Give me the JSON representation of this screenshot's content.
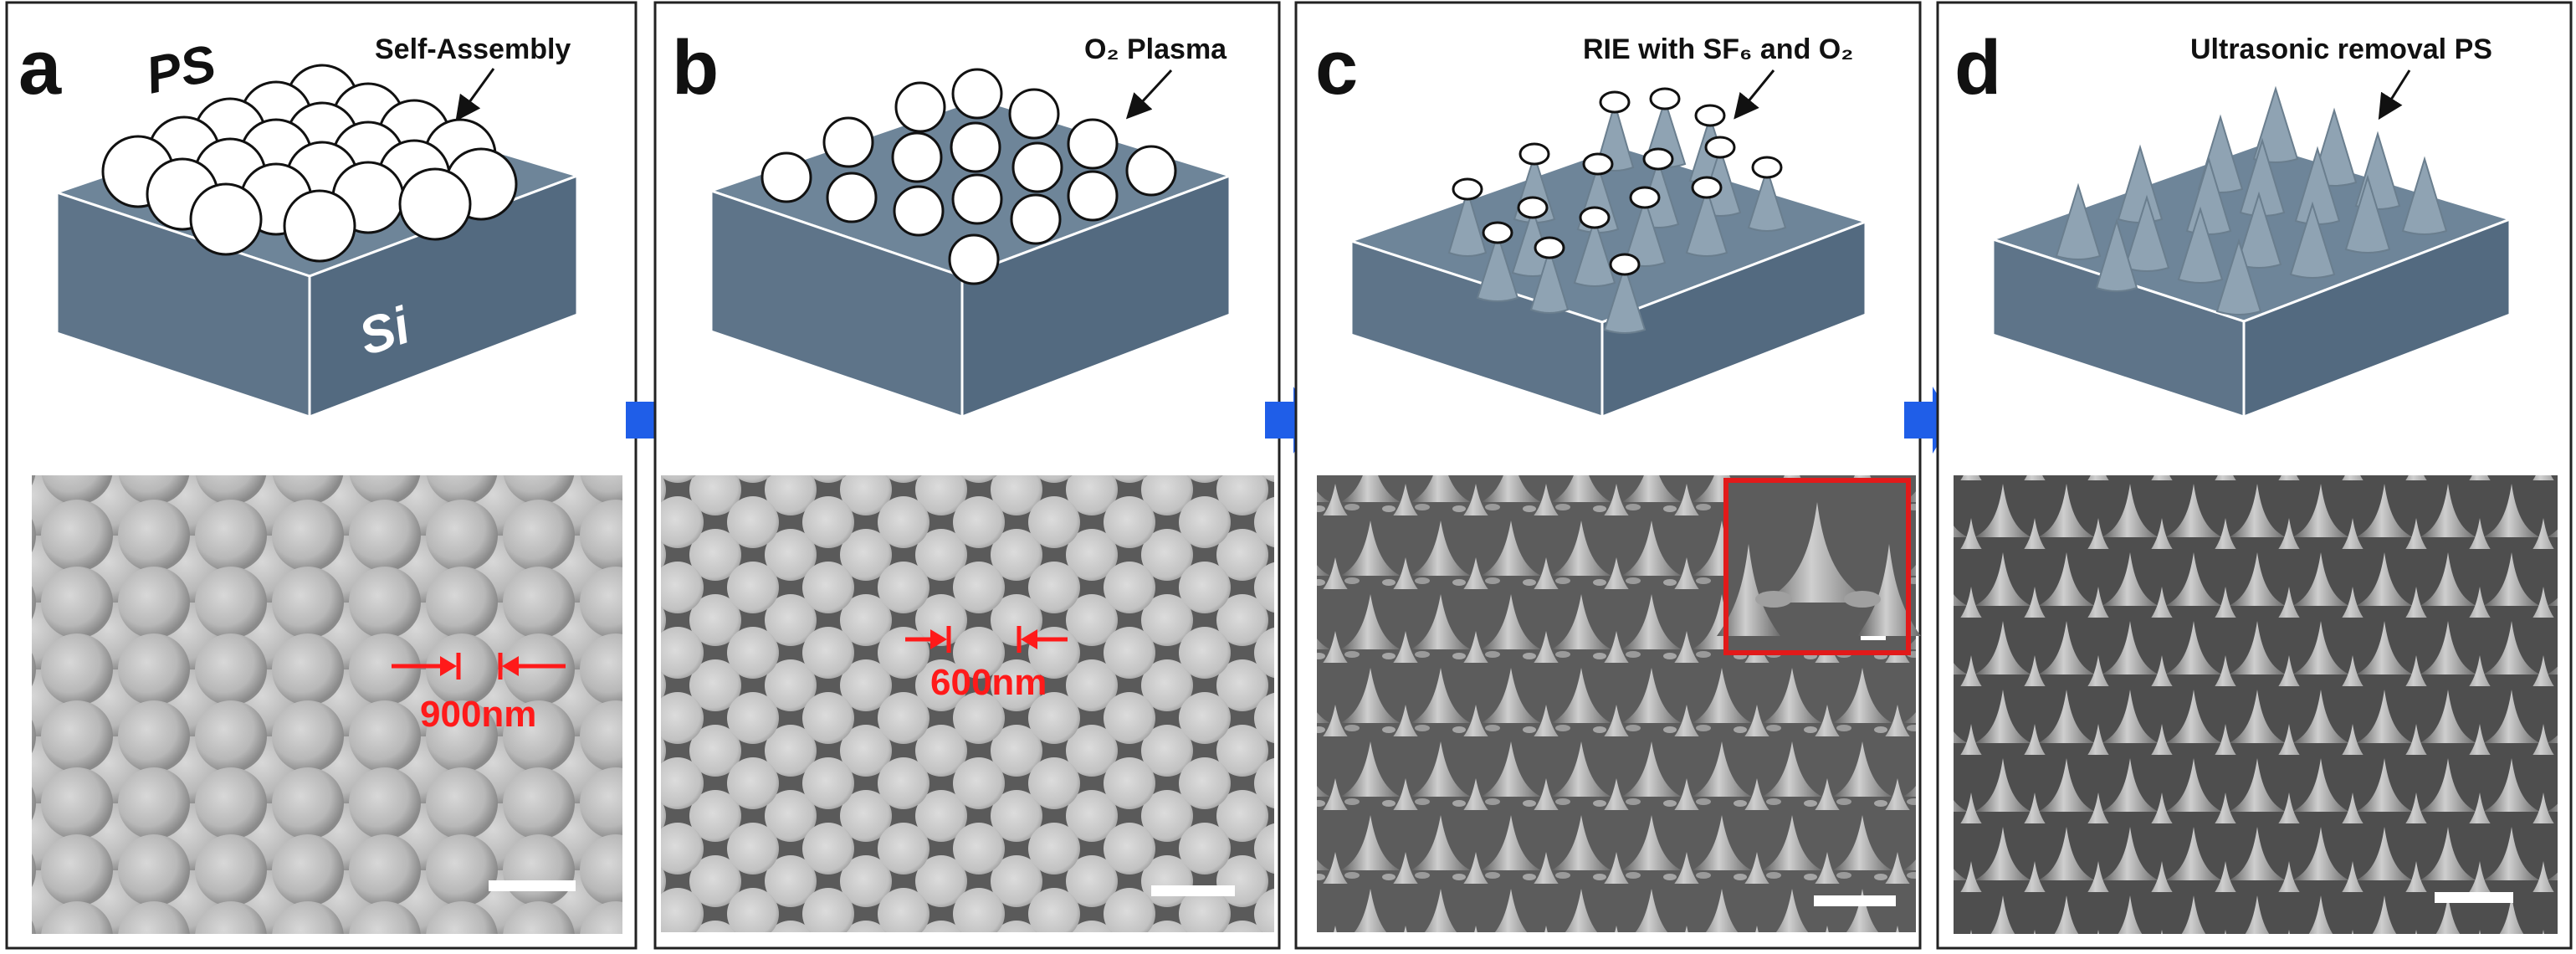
{
  "panels": [
    {
      "letter": "a",
      "step": "Self-Assembly",
      "material_top": "PS",
      "material_base": "Si",
      "measurement": "900nm",
      "scale_bar": true
    },
    {
      "letter": "b",
      "step": "O₂ Plasma",
      "measurement": "600nm",
      "scale_bar": true
    },
    {
      "letter": "c",
      "step": "RIE with SF₆ and O₂",
      "inset": true,
      "scale_bar": true
    },
    {
      "letter": "d",
      "step": "Ultrasonic removal PS",
      "scale_bar": true
    }
  ],
  "colors": {
    "substrate_top": "#6e8599",
    "substrate_front": "#5e7489",
    "substrate_side": "#536a80",
    "cone": "#8fa3b3",
    "arrow": "#1f5ee8",
    "measure": "#ff1a1a",
    "inset_border": "#e21a1a",
    "panel_border": "#222222"
  }
}
